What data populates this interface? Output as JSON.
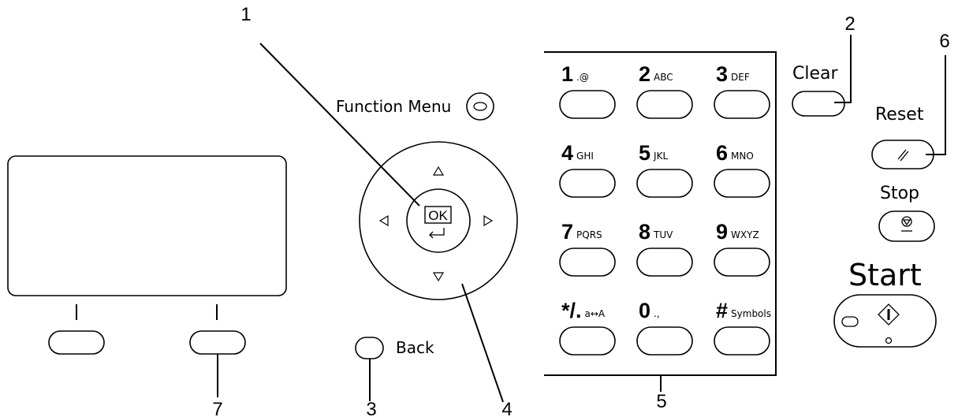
{
  "labels": {
    "function_menu": "Function Menu",
    "back": "Back",
    "clear": "Clear",
    "reset": "Reset",
    "stop": "Stop",
    "start": "Start",
    "ok": "OK"
  },
  "keypad": [
    {
      "main": "1",
      "sub": ".@"
    },
    {
      "main": "2",
      "sub": "ABC"
    },
    {
      "main": "3",
      "sub": "DEF"
    },
    {
      "main": "4",
      "sub": "GHI"
    },
    {
      "main": "5",
      "sub": "JKL"
    },
    {
      "main": "6",
      "sub": "MNO"
    },
    {
      "main": "7",
      "sub": "PQRS"
    },
    {
      "main": "8",
      "sub": "TUV"
    },
    {
      "main": "9",
      "sub": "WXYZ"
    },
    {
      "main": "*/.",
      "sub": "a↔A"
    },
    {
      "main": "0",
      "sub": ".,"
    },
    {
      "main": "#",
      "sub": "Symbols"
    }
  ],
  "callouts": {
    "c1": "1",
    "c2": "2",
    "c3": "3",
    "c4": "4",
    "c5": "5",
    "c6": "6",
    "c7": "7"
  },
  "icons": [
    "function-menu-icon",
    "ok-enter-icon",
    "up-arrow-icon",
    "down-arrow-icon",
    "left-arrow-icon",
    "right-arrow-icon",
    "reset-icon",
    "stop-icon",
    "start-icon"
  ]
}
